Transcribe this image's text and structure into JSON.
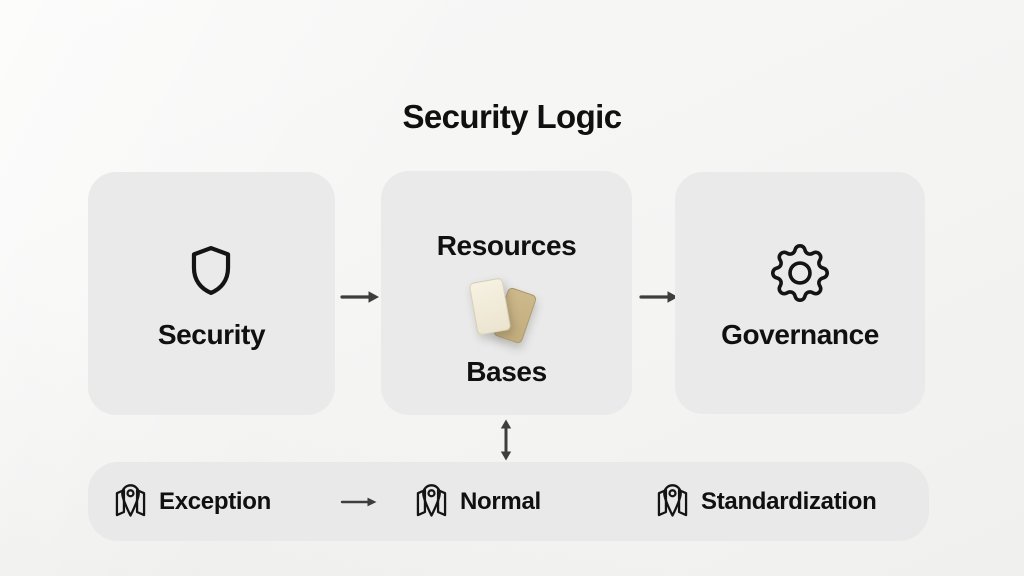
{
  "title": "Security Logic",
  "flow_boxes": [
    {
      "label": "Security",
      "icon": "shield"
    },
    {
      "label_top": "Resources",
      "label_bottom": "Bases",
      "image": "two-paper-cards"
    },
    {
      "label": "Governance",
      "icon": "gear"
    }
  ],
  "arrows": {
    "security_to_resources": "right",
    "resources_to_governance": "right",
    "bases_to_bottom_bar": "vertical-bidirectional",
    "exception_to_normal": "right"
  },
  "bottom_bar": {
    "items": [
      {
        "label": "Exception",
        "icon": "map-pin"
      },
      {
        "label": "Normal",
        "icon": "map-pin"
      },
      {
        "label": "Standardization",
        "icon": "map-pin"
      }
    ]
  },
  "colors": {
    "background": "#f5f5f4",
    "box_fill": "#eaeaeb",
    "bar_fill": "#e9e9ea",
    "text": "#101010",
    "arrow": "#3d3d3d",
    "card_cream": "#f3eedd",
    "card_tan": "#c9b487"
  }
}
